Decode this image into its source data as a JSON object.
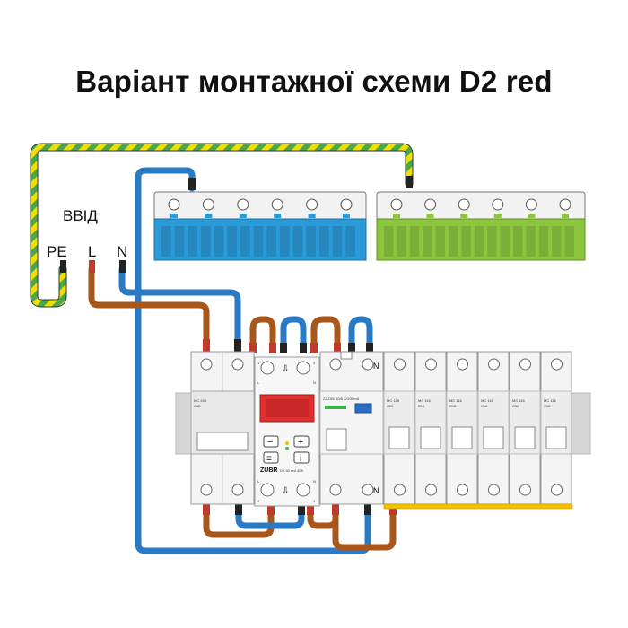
{
  "title": "Варіант монтажної схеми D2 red",
  "input": {
    "label": "ВВІД",
    "pe_label": "PE",
    "l_label": "L",
    "n_label": "N"
  },
  "relay": {
    "brand": "ZUBR",
    "model_text": "D2-40 red  40A",
    "top_l": "L",
    "top_n": "N",
    "top_1": "1",
    "top_3": "3",
    "bot_l": "L",
    "bot_n": "N",
    "bot_2": "2",
    "bot_4": "4",
    "minus": "−",
    "plus": "+",
    "menu": "≡",
    "info": "i"
  },
  "rcd": {
    "top_n": "N",
    "bot_n": "N",
    "label": "ZZ-DB/ 40/A 2/0/30mA"
  },
  "main_breaker": {
    "label": "MC 240",
    "sub": "C40"
  },
  "breakers": [
    {
      "label": "MC 125",
      "sub": "C25"
    },
    {
      "label": "MC 116",
      "sub": "C16"
    },
    {
      "label": "MC 116",
      "sub": "C16"
    },
    {
      "label": "MC 116",
      "sub": "C16"
    },
    {
      "label": "MC 116",
      "sub": "C16"
    },
    {
      "label": "MC 116",
      "sub": "C16"
    }
  ],
  "colors": {
    "blue_wire": "#2a7bc6",
    "brown_wire": "#a9561b",
    "pe_yellow": "#f0e000",
    "pe_green": "#4aa84a",
    "n_bus": "#2b9ad8",
    "pe_bus": "#8cc63f",
    "display_red": "#e03030"
  }
}
